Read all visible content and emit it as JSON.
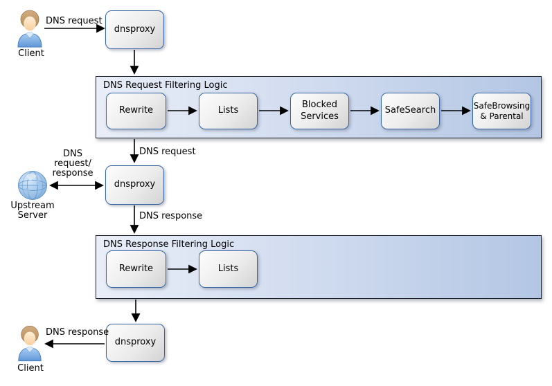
{
  "nodes": {
    "client_top": {
      "label": "Client"
    },
    "dnsproxy_top": {
      "label": "dnsproxy"
    },
    "dnsproxy_middle": {
      "label": "dnsproxy"
    },
    "dnsproxy_bottom": {
      "label": "dnsproxy"
    },
    "client_bottom": {
      "label": "Client"
    },
    "upstream_server": {
      "label_line1": "Upstream",
      "label_line2": "Server"
    }
  },
  "containers": {
    "request": {
      "title": "DNS Request Filtering Logic",
      "boxes": [
        {
          "label": "Rewrite"
        },
        {
          "label": "Lists"
        },
        {
          "label": "Blocked Services"
        },
        {
          "label": "SafeSearch"
        },
        {
          "label": "SafeBrowsing & Parental"
        }
      ]
    },
    "response": {
      "title": "DNS Response Filtering Logic",
      "boxes": [
        {
          "label": "Rewrite"
        },
        {
          "label": "Lists"
        }
      ]
    }
  },
  "edge_labels": {
    "client_to_proxy": "DNS request",
    "filter_to_proxy": "DNS request",
    "upstream_line1": "DNS",
    "upstream_line2": "request/",
    "upstream_line3": "response",
    "proxy_to_filter": "DNS response",
    "proxy_to_client": "DNS response"
  },
  "icons": {
    "client_top": "person-icon",
    "upstream": "globe-icon",
    "client_bottom": "person-icon"
  },
  "colors": {
    "node_border": "#3566a5",
    "node_fill_light": "#fdfdfd",
    "node_fill_dark": "#d3d3d3",
    "container_fill_left": "#e9eef8",
    "container_fill_right": "#b3c6e4",
    "container_border": "#1c2026",
    "arrow": "#000000",
    "shirt_blue": "#6aa4e0",
    "hair_tan": "#c49a6c",
    "globe_blue": "#7fb2e0"
  }
}
